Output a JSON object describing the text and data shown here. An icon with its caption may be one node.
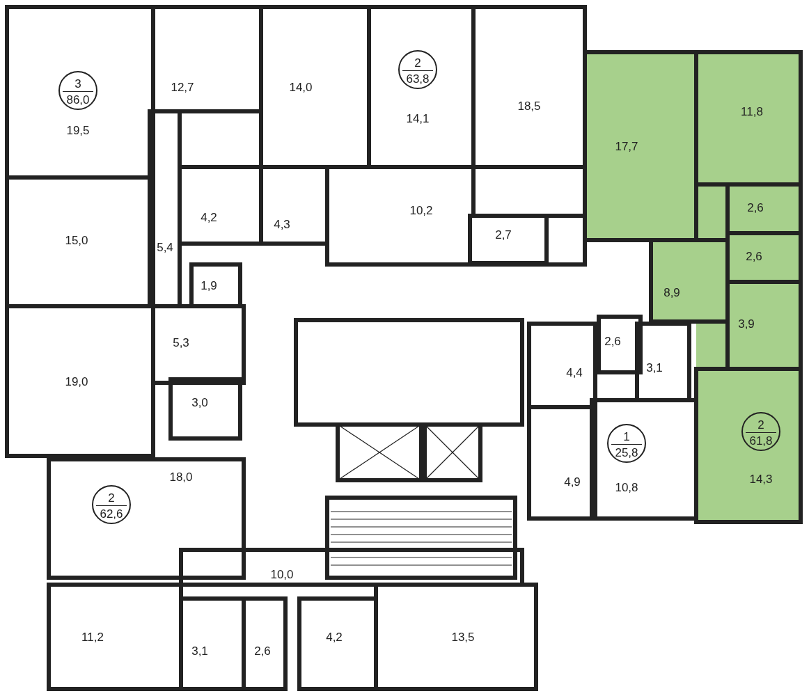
{
  "diagram": {
    "nodes": [
      {
        "text": [
          "3",
          "86,0"
        ]
      },
      {
        "text": [
          "2",
          "63,8"
        ]
      },
      {
        "text": [
          "2",
          "61,8"
        ]
      },
      {
        "text": [
          "1",
          "25,8"
        ]
      },
      {
        "text": [
          "2",
          "62,6"
        ]
      }
    ],
    "labels": [
      "19,5",
      "12,7",
      "14,0",
      "14,1",
      "18,5",
      "17,7",
      "11,8",
      "4,2",
      "4,3",
      "10,2",
      "2,6",
      "15,0",
      "5,4",
      "2,7",
      "2,6",
      "1,9",
      "8,9",
      "3,9",
      "5,3",
      "2,6",
      "3,1",
      "4,4",
      "19,0",
      "3,0",
      "18,0",
      "4,9",
      "10,8",
      "14,3",
      "10,0",
      "11,2",
      "3,1",
      "2,6",
      "4,2",
      "13,5"
    ]
  }
}
